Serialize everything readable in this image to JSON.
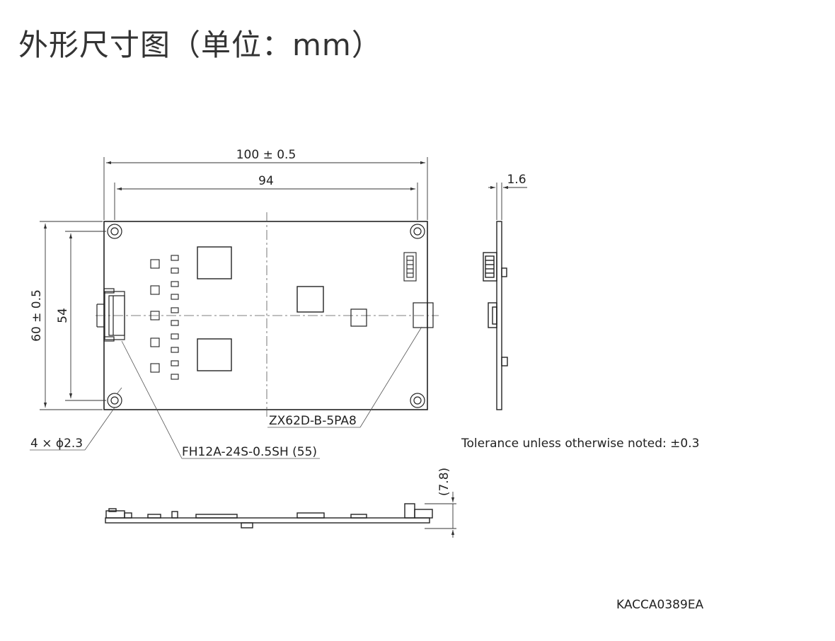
{
  "title": "外形尺寸图（单位：mm）",
  "dimensions": {
    "width_overall": "100 ± 0.5",
    "width_holes": "94",
    "height_overall": "60 ± 0.5",
    "height_holes": "54",
    "thickness": "1.6",
    "height_side": "(7.8)",
    "holes": "4 × ϕ2.3"
  },
  "callouts": {
    "connector_fpc": "FH12A-24S-0.5SH (55)",
    "connector_usb": "ZX62D-B-5PA8"
  },
  "note": "Tolerance unless otherwise noted: ±0.3",
  "drawing_code": "KACCA0389EA"
}
